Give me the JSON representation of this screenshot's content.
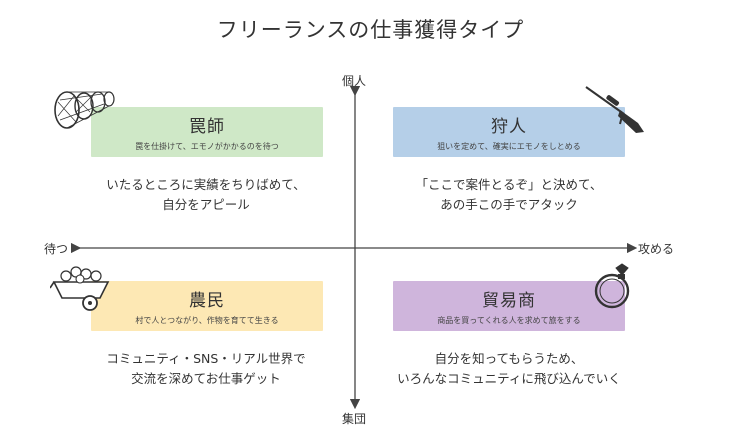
{
  "title": "フリーランスの仕事獲得タイプ",
  "axes": {
    "top": "個人",
    "bottom": "集団",
    "left": "待つ",
    "right": "攻める"
  },
  "quadrants": {
    "top_left": {
      "name": "罠師",
      "subtitle": "罠を仕掛けて、エモノがかかるのを待つ",
      "description": [
        "いたるところに実績をちりばめて、",
        "自分をアピール"
      ],
      "color": "#cfe8c7",
      "icon": "net-trap-icon"
    },
    "top_right": {
      "name": "狩人",
      "subtitle": "狙いを定めて、確実にエモノをしとめる",
      "description": [
        "「ここで案件とるぞ」と決めて、",
        "あの手この手でアタック"
      ],
      "color": "#b5cfe8",
      "icon": "rifle-icon"
    },
    "bottom_left": {
      "name": "農民",
      "subtitle": "村で人とつながり、作物を育てて生きる",
      "description": [
        "コミュニティ・SNS・リアル世界で",
        "交流を深めてお仕事ゲット"
      ],
      "color": "#fde8b4",
      "icon": "harvest-cart-icon"
    },
    "bottom_right": {
      "name": "貿易商",
      "subtitle": "商品を買ってくれる人を求めて旅をする",
      "description": [
        "自分を知ってもらうため、",
        "いろんなコミュニティに飛び込んでいく"
      ],
      "color": "#cfb5dc",
      "icon": "diamond-ring-icon"
    }
  }
}
